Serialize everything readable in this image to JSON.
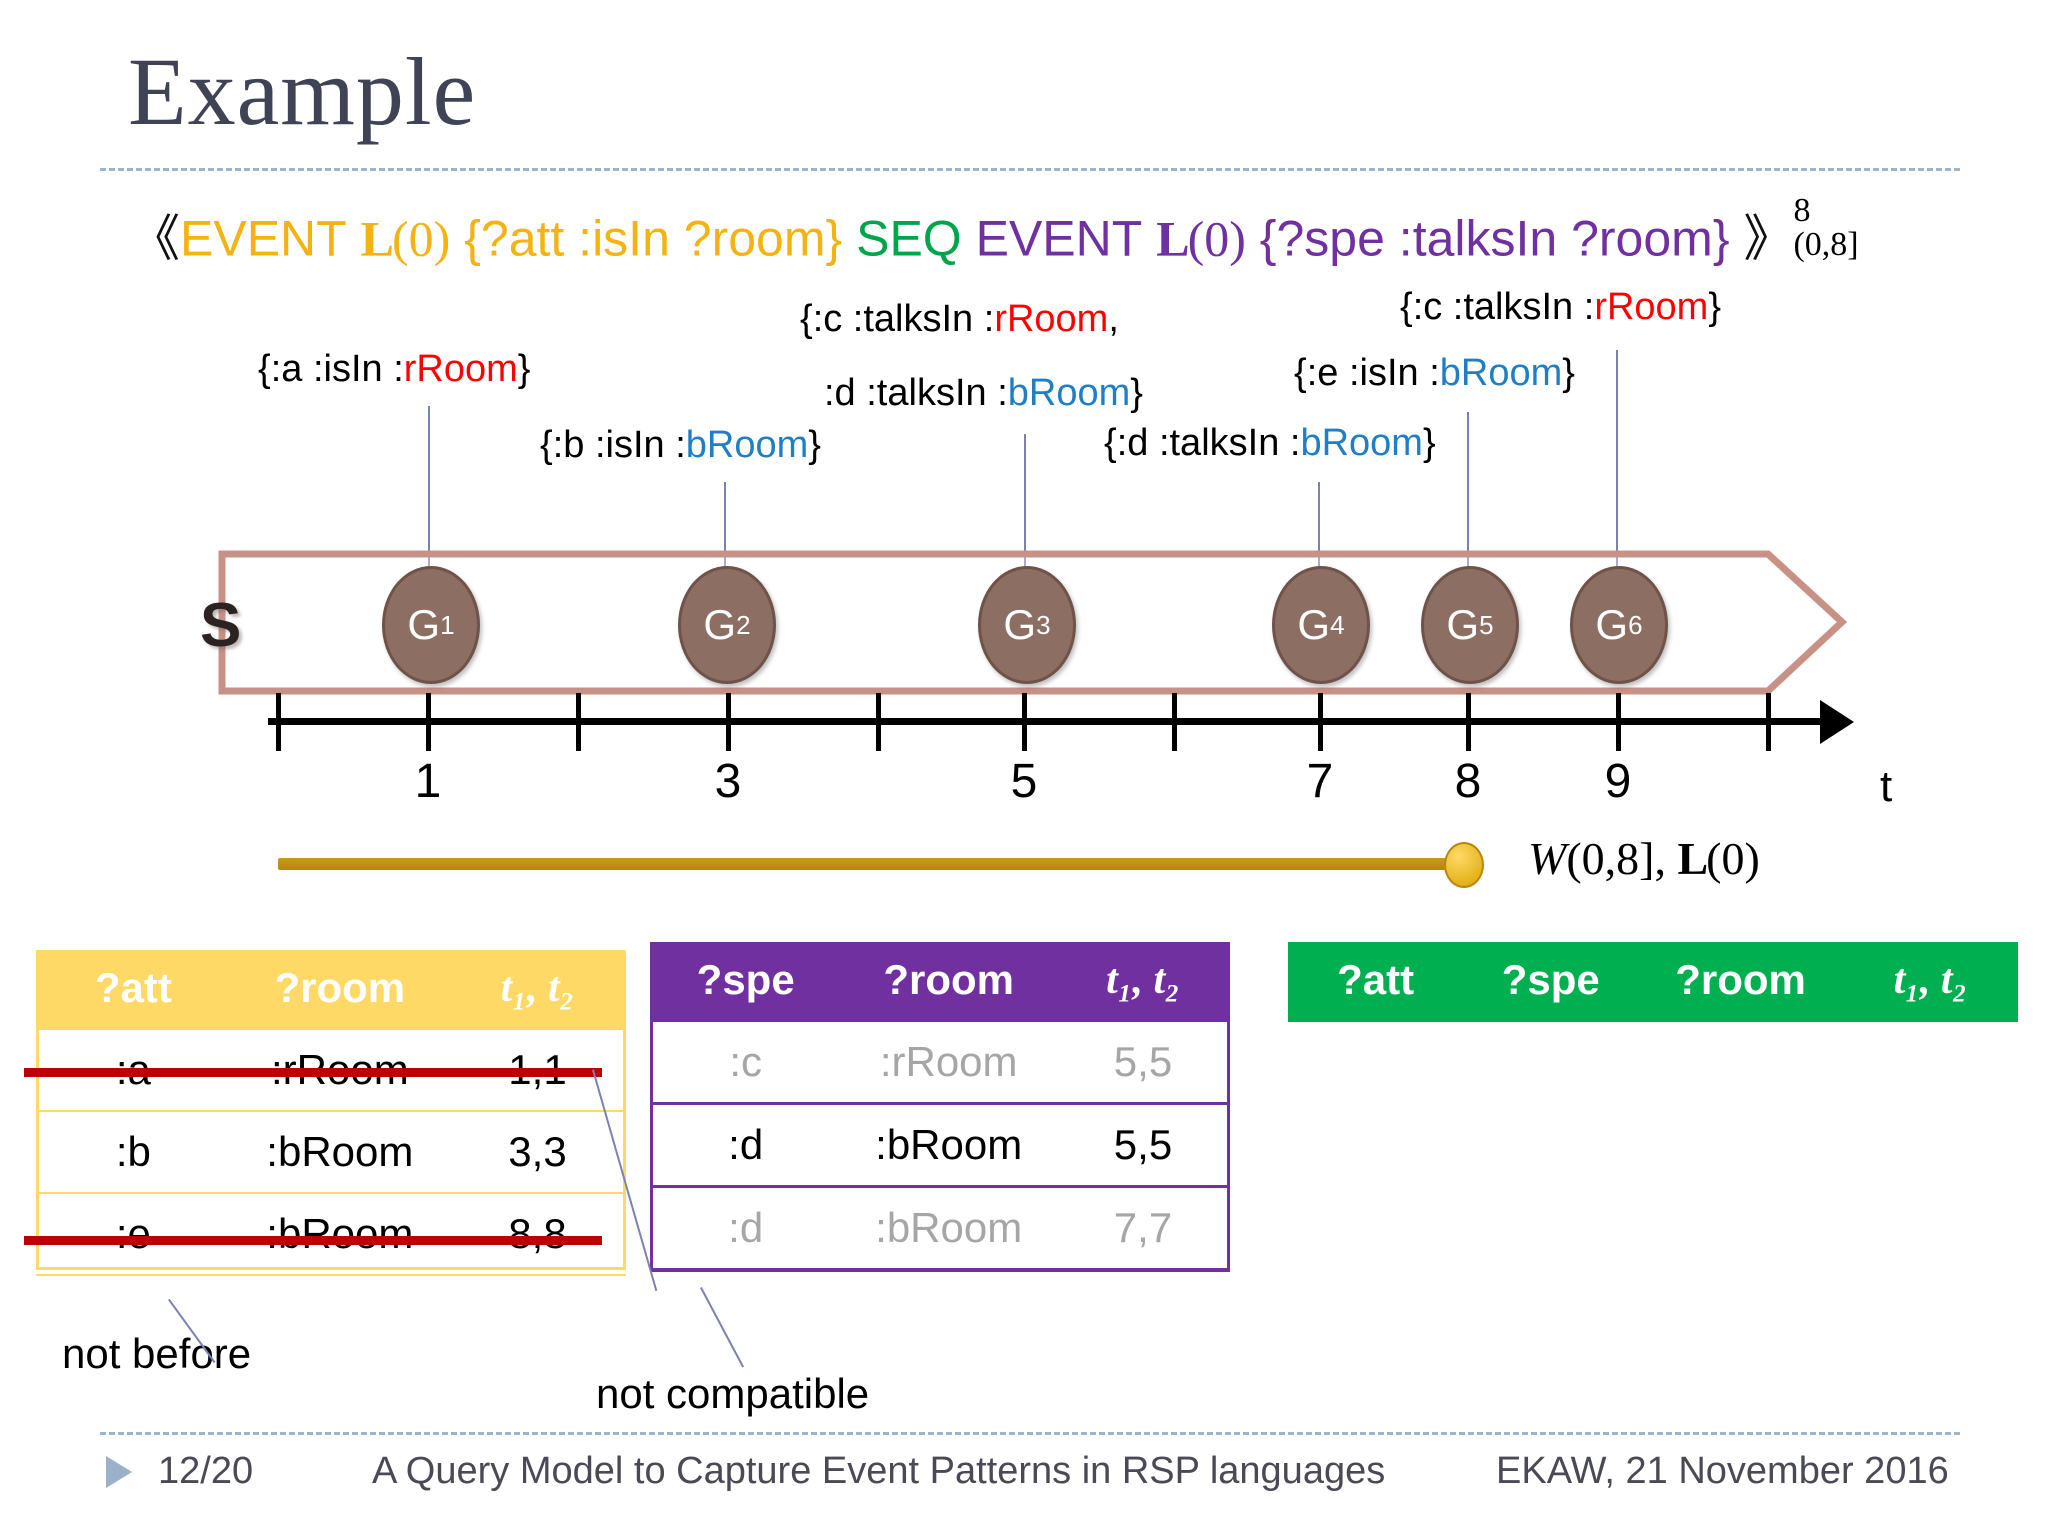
{
  "slide": {
    "title": "Example"
  },
  "formula": {
    "open_bracket": "《",
    "event1_kw": "EVENT",
    "event1_lang": "L",
    "event1_lang_arg": "(0)",
    "event1_pattern": "{?att :isIn ?room}",
    "operator": "SEQ",
    "event2_kw": "EVENT",
    "event2_lang": "L",
    "event2_lang_arg": "(0)",
    "event2_pattern": "{?spe :talksIn ?room}",
    "close_bracket": "》",
    "superscript": "8",
    "subscript": "(0,8]"
  },
  "diagram": {
    "stream_label": "S",
    "axis_label": "t",
    "nodes": [
      {
        "label": "G",
        "index": "1"
      },
      {
        "label": "G",
        "index": "2"
      },
      {
        "label": "G",
        "index": "3"
      },
      {
        "label": "G",
        "index": "4"
      },
      {
        "label": "G",
        "index": "5"
      },
      {
        "label": "G",
        "index": "6"
      }
    ],
    "tick_labels": [
      "1",
      "3",
      "5",
      "7",
      "8",
      "9"
    ],
    "annotations": [
      {
        "name": "g1",
        "prefix": "{:a :isIn :",
        "room": "rRoom",
        "room_color": "red",
        "suffix": "}"
      },
      {
        "name": "g2",
        "prefix": "{:b :isIn :",
        "room": "bRoom",
        "room_color": "blue",
        "suffix": "}"
      },
      {
        "name": "g3-line1",
        "prefix": "{:c :talksIn :",
        "room": "rRoom",
        "room_color": "red",
        "suffix": ","
      },
      {
        "name": "g3-line2",
        "prefix": ":d :talksIn :",
        "room": "bRoom",
        "room_color": "blue",
        "suffix": "}"
      },
      {
        "name": "g4",
        "prefix": "{:d :talksIn :",
        "room": "bRoom",
        "room_color": "blue",
        "suffix": "}"
      },
      {
        "name": "g5",
        "prefix": "{:e :isIn :",
        "room": "bRoom",
        "room_color": "blue",
        "suffix": "}"
      },
      {
        "name": "g6",
        "prefix": "{:c :talksIn :",
        "room": "rRoom",
        "room_color": "red",
        "suffix": "}"
      }
    ],
    "window": {
      "label_w": "W",
      "label_interval": "(0,8]",
      "label_sep": ", ",
      "label_lang": "L",
      "label_lang_arg": "(0)"
    }
  },
  "tables": {
    "att": {
      "accent": "#ffd966",
      "headers": [
        "?att",
        "?room",
        "t₁, t₂"
      ],
      "rows": [
        {
          "cells": [
            "a",
            "rRoom",
            "1,1"
          ],
          "struck": true
        },
        {
          "cells": [
            "b",
            "bRoom",
            "3,3"
          ],
          "struck": false
        },
        {
          "cells": [
            "e",
            "bRoom",
            "8,8"
          ],
          "struck": true
        }
      ]
    },
    "spe": {
      "accent": "#7030a0",
      "headers": [
        "?spe",
        "?room",
        "t₁, t₂"
      ],
      "rows": [
        {
          "cells": [
            "c",
            "rRoom",
            "5,5"
          ],
          "dim": true
        },
        {
          "cells": [
            "d",
            "bRoom",
            "5,5"
          ],
          "dim": false
        },
        {
          "cells": [
            "d",
            "bRoom",
            "7,7"
          ],
          "dim": true
        }
      ]
    },
    "join": {
      "accent": "#00b050",
      "headers": [
        "?att",
        "?spe",
        "?room",
        "t₁, t₂"
      ],
      "rows": []
    }
  },
  "notes": [
    {
      "name": "not-before",
      "text": "not before"
    },
    {
      "name": "not-compatible",
      "text": "not compatible"
    }
  ],
  "footer": {
    "page": "12/20",
    "title": "A Query Model to Capture Event Patterns in RSP languages",
    "venue": "EKAW, 21 November 2016"
  }
}
